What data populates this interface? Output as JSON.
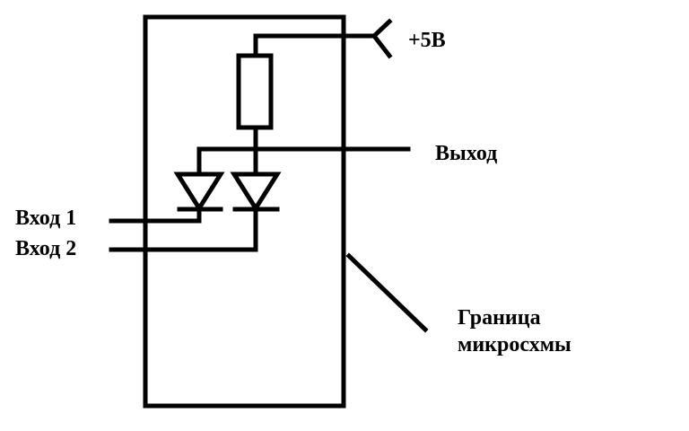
{
  "labels": {
    "supply": "+5В",
    "output": "Выход",
    "input1": "Вход 1",
    "input2": "Вход 2",
    "boundary_line1": "Граница",
    "boundary_line2": "микросхмы"
  },
  "colors": {
    "stroke": "#000000",
    "background": "#ffffff"
  }
}
